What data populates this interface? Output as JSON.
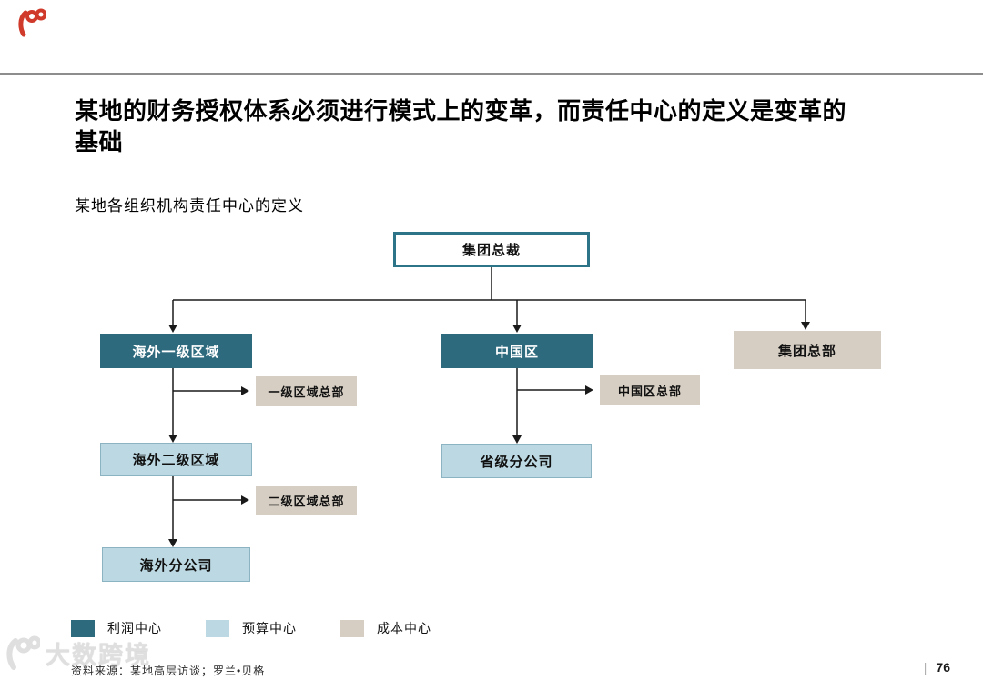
{
  "slide": {
    "title_line1": "某地的财务授权体系必须进行模式上的变革，而责任中心的定义是变革的",
    "title_line2": "基础",
    "subtitle": "某地各组织机构责任中心的定义",
    "source_note": "资料来源：某地高层访谈；罗兰•贝格",
    "page_divider": "|",
    "page_number": "76",
    "watermark_text": "大数跨境",
    "watermark_icon": "circles-logo-icon",
    "corner_mark_icon": "red-logo-stamp-icon"
  },
  "diagram": {
    "nodes": [
      {
        "id": "ceo",
        "label": "集团总裁",
        "type": "outlined",
        "children": [
          "overseas_l1",
          "china",
          "group_hq"
        ]
      },
      {
        "id": "overseas_l1",
        "label": "海外一级区域",
        "type": "profit",
        "side_child": "l1_hq",
        "children": [
          "overseas_l2"
        ]
      },
      {
        "id": "china",
        "label": "中国区",
        "type": "profit",
        "side_child": "china_hq",
        "children": [
          "province_branch"
        ]
      },
      {
        "id": "group_hq",
        "label": "集团总部",
        "type": "cost"
      },
      {
        "id": "l1_hq",
        "label": "一级区域总部",
        "type": "cost"
      },
      {
        "id": "overseas_l2",
        "label": "海外二级区域",
        "type": "budget",
        "side_child": "l2_hq",
        "children": [
          "overseas_branch"
        ]
      },
      {
        "id": "l2_hq",
        "label": "二级区域总部",
        "type": "cost"
      },
      {
        "id": "overseas_branch",
        "label": "海外分公司",
        "type": "budget"
      },
      {
        "id": "china_hq",
        "label": "中国区总部",
        "type": "cost"
      },
      {
        "id": "province_branch",
        "label": "省级分公司",
        "type": "budget"
      }
    ]
  },
  "legend": {
    "items": [
      {
        "label": "利润中心",
        "color": "#2d6a7e"
      },
      {
        "label": "预算中心",
        "color": "#bcd9e3"
      },
      {
        "label": "成本中心",
        "color": "#d6cec3"
      }
    ]
  },
  "colors": {
    "profit_center": "#2d6a7e",
    "budget_center": "#bcd9e3",
    "budget_border": "#8cb3c2",
    "cost_center": "#d6cec3",
    "ceo_box_border": "#2e7488",
    "connector": "#1a1a1a",
    "top_rule": "#8d8d8d",
    "watermark_gray": "#dcdcdc",
    "corner_mark_red": "#d03a2b"
  }
}
